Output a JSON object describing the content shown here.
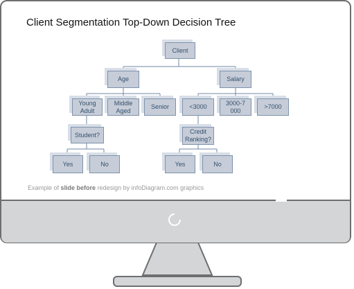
{
  "title": "Client Segmentation Top-Down Decision Tree",
  "nodes": {
    "client": "Client",
    "age": "Age",
    "salary": "Salary",
    "young_adult": "Young Adult",
    "middle_aged": "Middle Aged",
    "senior": "Senior",
    "lt3000": "<3000",
    "r3000_7000": "3000-7000",
    "gt7000": ">7000",
    "student": "Student?",
    "credit": "Credit Ranking?",
    "yes1": "Yes",
    "no1": "No",
    "yes2": "Yes",
    "no2": "No"
  },
  "caption": {
    "prefix": "Example of",
    "bold": "slide before",
    "suffix": "redesign by infoDiagram.com graphics"
  },
  "colors": {
    "node_fill": "#c6cdd8",
    "node_border": "#7e92ab",
    "node_text": "#35506e",
    "frame": "#6d6e70",
    "bezel": "#d4d5d6"
  }
}
